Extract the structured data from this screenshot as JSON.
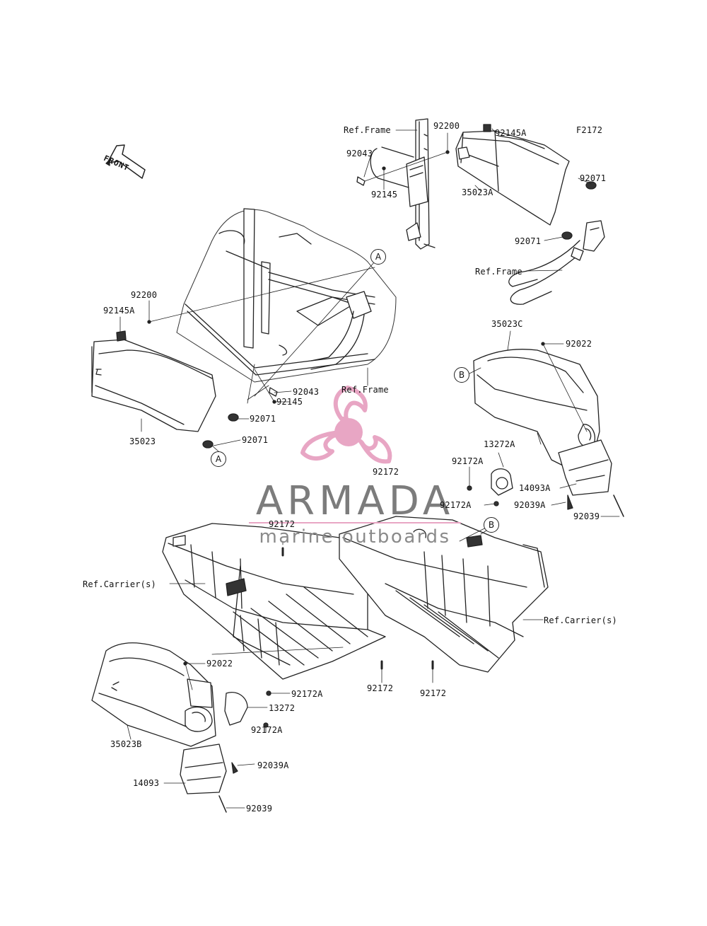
{
  "figure_code": "F2172",
  "front_label": "FRONT",
  "watermark": {
    "brand": "ARMADA",
    "tagline": "marine outboards",
    "colors": {
      "primary": "#e8a6c4",
      "text": "#7c7c7c"
    }
  },
  "callouts": [
    "A",
    "B"
  ],
  "part_labels": {
    "ref_frame_1": "Ref.Frame",
    "p92200_1": "92200",
    "p92145A_1": "92145A",
    "p92043_1": "92043",
    "p92145_1": "92145",
    "p35023A": "35023A",
    "p92071_1": "92071",
    "p92071_2": "92071",
    "ref_frame_2": "Ref.Frame",
    "p92200_2": "92200",
    "p92145A_2": "92145A",
    "p92043_2": "92043",
    "p92145_2": "92145",
    "ref_frame_3": "Ref.Frame",
    "p92071_3": "92071",
    "p35023": "35023",
    "p92071_4": "92071",
    "p35023C": "35023C",
    "p92022_1": "92022",
    "p13272A": "13272A",
    "p92172A_1": "92172A",
    "p14093A": "14093A",
    "p92172A_2": "92172A",
    "p92039A_1": "92039A",
    "p92039_1": "92039",
    "p92172_1": "92172",
    "p92172_2": "92172",
    "ref_carrier_1": "Ref.Carrier(s)",
    "ref_carrier_2": "Ref.Carrier(s)",
    "p92022_2": "92022",
    "p92172_3": "92172",
    "p92172_4": "92172",
    "p92172A_3": "92172A",
    "p13272": "13272",
    "p92172A_4": "92172A",
    "p35023B": "35023B",
    "p92039A_2": "92039A",
    "p14093": "14093",
    "p92039_2": "92039"
  }
}
